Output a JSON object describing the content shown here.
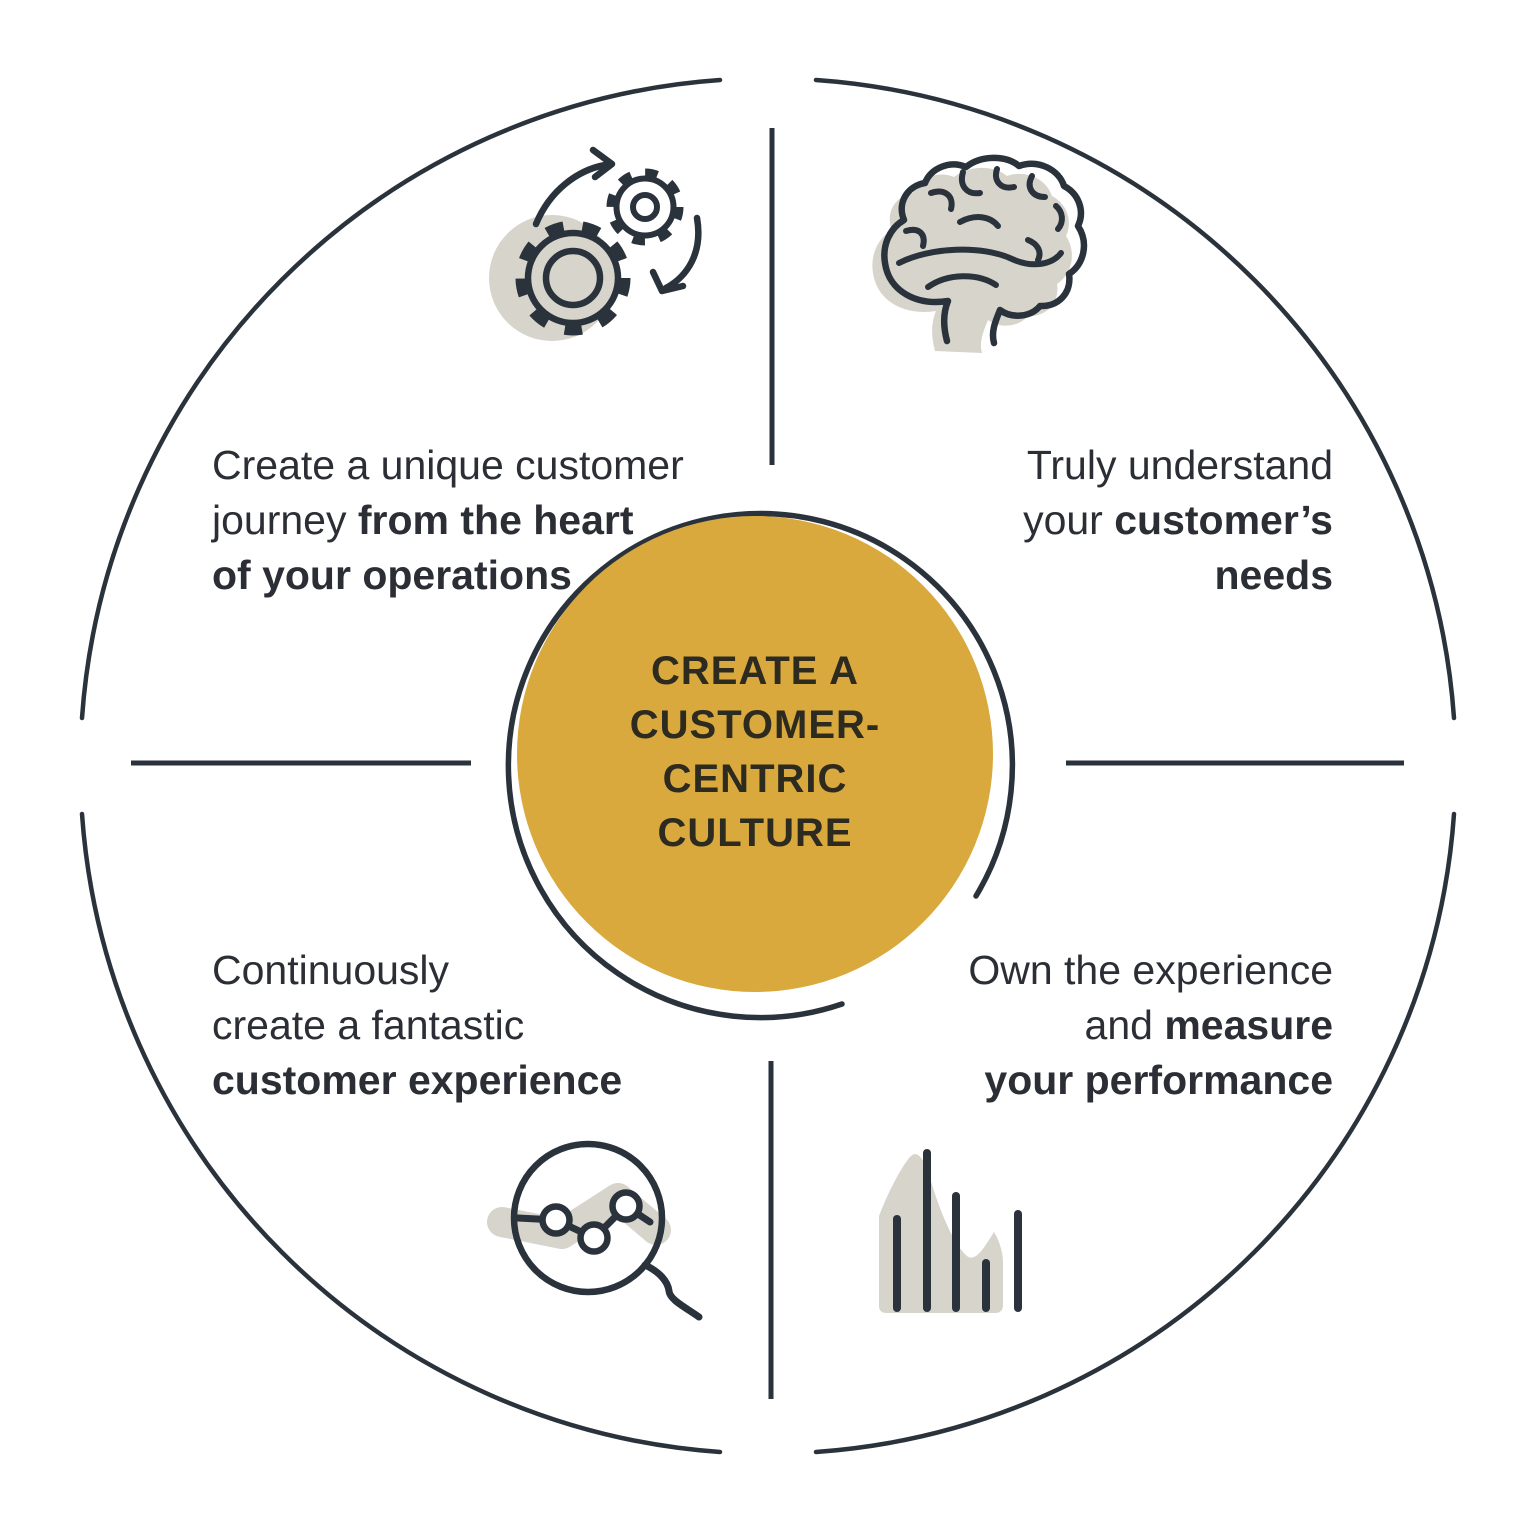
{
  "title": "Create a customer-centric culture diagram",
  "colors": {
    "gold": "#D9A93D",
    "ink": "#2A323C",
    "icon_gray": "#D7D4CC",
    "quadrant_text": "#2B2E35",
    "center_text": "#2D2A20",
    "background": "#FFFFFF"
  },
  "center": {
    "lines": [
      "CREATE A",
      "CUSTOMER-",
      "CENTRIC",
      "CULTURE"
    ]
  },
  "quadrants": {
    "top_left": {
      "icon": "gears-icon",
      "lines": [
        {
          "r": "Create a unique customer",
          "b": ""
        },
        {
          "r": "journey ",
          "b": "from the heart"
        },
        {
          "r": "",
          "b": "of your operations"
        }
      ]
    },
    "top_right": {
      "icon": "brain-icon",
      "lines": [
        {
          "r": "Truly understand",
          "b": ""
        },
        {
          "r": "your ",
          "b": "customer’s"
        },
        {
          "r": "",
          "b": "needs"
        }
      ]
    },
    "bottom_left": {
      "icon": "magnifier-trend-icon",
      "lines": [
        {
          "r": "Continuously",
          "b": ""
        },
        {
          "r": "create a fantastic",
          "b": ""
        },
        {
          "r": "",
          "b": "customer experience"
        }
      ]
    },
    "bottom_right": {
      "icon": "bar-chart-icon",
      "lines": [
        {
          "r": "Own the experience",
          "b": ""
        },
        {
          "r": "and ",
          "b": "measure"
        },
        {
          "r": "",
          "b": "your performance"
        }
      ]
    }
  }
}
